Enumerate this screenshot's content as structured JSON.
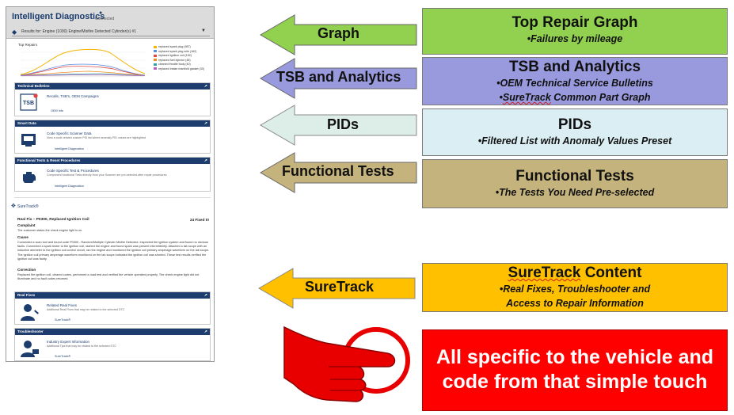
{
  "phone": {
    "title": "Intelligent Diagnostics",
    "connected": "Connected",
    "results_line": "Results for: Engine (1000) Engine/Misfire Detected Cylinder(s) #1",
    "graph": {
      "title": "Top Repairs",
      "legend": [
        {
          "label": "replaced spark plug (987)",
          "color": "#f4b400"
        },
        {
          "label": "replaced spark plug wire (162)",
          "color": "#5b8de0"
        },
        {
          "label": "replaced ignition coil (152)",
          "color": "#e04848"
        },
        {
          "label": "replaced fuel injector (48)",
          "color": "#f08c20"
        },
        {
          "label": "cleaned throttle body (40)",
          "color": "#30a0a0"
        },
        {
          "label": "replaced intake manifold gasket (30)",
          "color": "#b060c0"
        }
      ]
    },
    "cards": {
      "tsb": {
        "header": "Technical Bulletins",
        "line1": "Recalls, TSB's, OEM Campaigns",
        "link": "OEM Info"
      },
      "smart": {
        "header": "Smart Data",
        "line1": "Code Specific Scanner Data",
        "line2": "View a code-related custom PID list where anomaly PID values are highlighted",
        "link": "Intelligent Diagnostics"
      },
      "functional": {
        "header": "Functional Tests & Reset Procedures",
        "line1": "Code Specific Test & Procedures",
        "line2": "Component functional Tests directly from your Scanner are pre-selected after repair procedures",
        "link": "Intelligent Diagnostics"
      },
      "realfixes": {
        "header": "Real Fixes",
        "line1": "Related Real Fixes",
        "line2": "Additional Real Fixes that may be related to the selected DTC",
        "link": "SureTrack®"
      },
      "troubleshooter": {
        "header": "Troubleshooter",
        "line1": "Industry Expert Information",
        "line2": "Additional Tips that may be related to the selected DTC",
        "link": "SureTrack®"
      }
    },
    "suretrack_logo": "SureTrack®",
    "fix": {
      "title": "Real Fix – P0300, Replaced Ignition Coil",
      "fixed_it": "24 Fixed It!",
      "complaint_label": "Complaint",
      "complaint": "The customer states the check engine light is on.",
      "cause_label": "Cause",
      "cause": "Connected a scan tool and found code P0300 - Random/Multiple Cylinder Misfire Detected. Inspected the ignition system and found no obvious faults. Connected a spark tester to the ignition coil, started the engine and found spark was present intermittently. Attached a lab scope with an inductive ammeter to the ignition coil control circuit, ran the engine and monitored the ignition coil primary amperage waveform on the lab scope. The ignition coil primary amperage waveform monitored on the lab scope indicated the ignition coil was shorted. These test results verified the ignition coil was faulty.",
      "correction_label": "Correction",
      "correction": "Replaced the ignition coil, cleared codes, performed a road test and verified the vehicle operated properly. The check engine light did not illuminate and no fault codes returned."
    }
  },
  "arrows": [
    {
      "label": "Graph",
      "fill": "#92d050"
    },
    {
      "label": "TSB and Analytics",
      "fill": "#9999dd"
    },
    {
      "label": "PIDs",
      "fill": "#ddeee8"
    },
    {
      "label": "Functional Tests",
      "fill": "#c4b37d"
    },
    {
      "label": "SureTrack",
      "fill": "#ffc000"
    }
  ],
  "boxes": {
    "graph": {
      "title": "Top Repair Graph",
      "sub1": "•Failures by mileage",
      "fill": "#92d050"
    },
    "tsb": {
      "title": "TSB and Analytics",
      "sub1": "•OEM Technical Service Bulletins",
      "sub2_prefix": "•",
      "sub2_brand": "SureTrack",
      "sub2_rest": " Common Part Graph",
      "fill": "#9999dd"
    },
    "pids": {
      "title": "PIDs",
      "sub1": "•Filtered List with Anomaly Values Preset",
      "fill": "#daeef3"
    },
    "functional": {
      "title": "Functional Tests",
      "sub1": "•The Tests You Need Pre-selected",
      "fill": "#c4b37d"
    },
    "suretrack": {
      "title_brand": "SureTrack",
      "title_rest": " Content",
      "sub1": "•Real Fixes, Troubleshooter and",
      "sub2": "Access to Repair Information",
      "fill": "#ffc000"
    }
  },
  "red_box": {
    "line1": "All specific to the vehicle and",
    "line2": "code from that simple touch",
    "fill": "#ff0000"
  }
}
